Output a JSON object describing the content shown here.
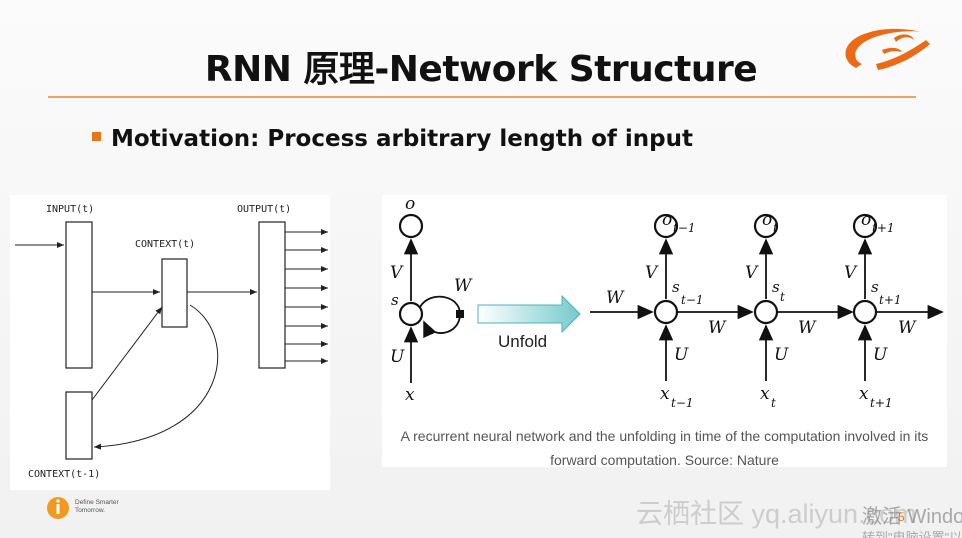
{
  "slide": {
    "title": "RNN 原理-Network Structure",
    "bullet": "Motivation: Process arbitrary length of input",
    "page_number": "5",
    "accent_color": "#e8771b"
  },
  "left_diagram": {
    "input_label": "INPUT(t)",
    "context_label": "CONTEXT(t)",
    "output_label": "OUTPUT(t)",
    "context_prev_label": "CONTEXT(t-1)"
  },
  "right_diagram": {
    "folded": {
      "o": "o",
      "s": "s",
      "x": "x",
      "V": "V",
      "U": "U",
      "W": "W"
    },
    "unfold_label": "Unfold",
    "steps": [
      {
        "o": "o",
        "o_sub": "t−1",
        "s": "s",
        "s_sub": "t−1",
        "x": "x",
        "x_sub": "t−1"
      },
      {
        "o": "o",
        "o_sub": "t",
        "s": "s",
        "s_sub": "t",
        "x": "x",
        "x_sub": "t"
      },
      {
        "o": "o",
        "o_sub": "t+1",
        "s": "s",
        "s_sub": "t+1",
        "x": "x",
        "x_sub": "t+1"
      }
    ],
    "V": "V",
    "U": "U",
    "W": "W",
    "caption_line1": "A recurrent neural network and the unfolding in time of the computation involved in its",
    "caption_line2": "forward computation. Source: Nature"
  },
  "footer": {
    "tagline_line1": "Define Smarter",
    "tagline_line2": "Tomorrow.",
    "watermark": "云栖社区 yq.aliyun.com",
    "activate_line1": "激活 Windows",
    "activate_line2": "转到\"电脑设置\"以激活 Windows"
  }
}
